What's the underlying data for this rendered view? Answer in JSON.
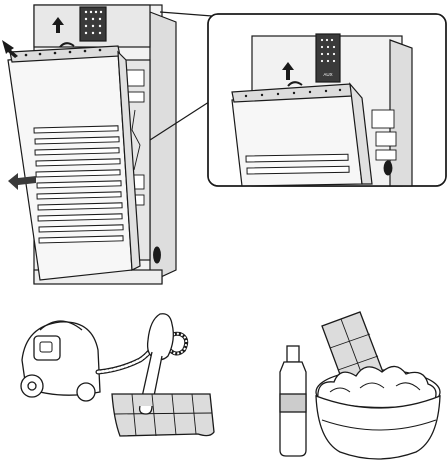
{
  "brand": {
    "logo_text": "AUX"
  },
  "figures": {
    "main_unit": {
      "action": "lift-and-pull-out-front-panel"
    },
    "detail_callout": {
      "action": "lift-panel-up"
    },
    "vacuum_cleaning": {
      "action": "vacuum-filter"
    },
    "washing": {
      "action": "wash-filter-in-basin"
    }
  },
  "colors": {
    "line": "#1a1a1a",
    "panel_light": "#f2f2f2",
    "panel_mid": "#e6e6e6",
    "body_gray": "#d9d9d9",
    "dark_panel": "#3a3a3a",
    "filter_fill": "#dcdcdc"
  }
}
